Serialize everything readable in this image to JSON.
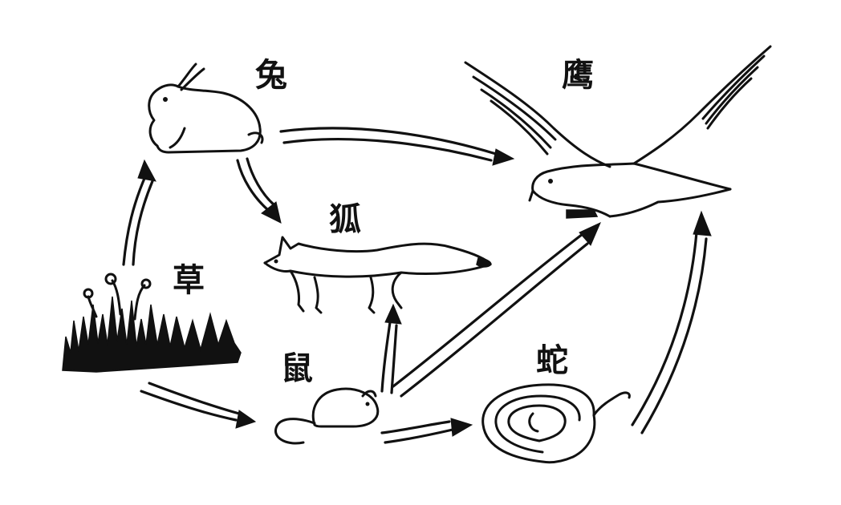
{
  "organisms": {
    "grass": "草",
    "rabbit": "兔",
    "mouse": "鼠",
    "fox": "狐",
    "snake": "蛇",
    "eagle": "鹰"
  },
  "food_chain_links": [
    {
      "from": "grass",
      "to": "rabbit"
    },
    {
      "from": "grass",
      "to": "mouse"
    },
    {
      "from": "rabbit",
      "to": "fox"
    },
    {
      "from": "rabbit",
      "to": "eagle"
    },
    {
      "from": "mouse",
      "to": "fox"
    },
    {
      "from": "mouse",
      "to": "eagle"
    },
    {
      "from": "mouse",
      "to": "snake"
    },
    {
      "from": "snake",
      "to": "eagle"
    }
  ],
  "colors": {
    "ink": "#111111",
    "background": "#ffffff"
  }
}
